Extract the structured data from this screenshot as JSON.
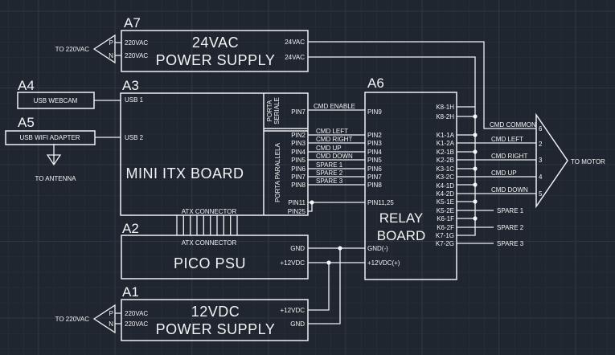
{
  "colors": {
    "background": "#20262f",
    "grid_minor": "#2a313b",
    "grid_major": "#343b48",
    "line": "#eef0f3",
    "text": "#f2f3f5"
  },
  "blocks": {
    "a7": {
      "ref": "A7",
      "title_line1": "24VAC",
      "title_line2": "POWER SUPPLY",
      "inputs": [
        "220VAC",
        "220VAC"
      ],
      "outputs": [
        "24VAC",
        "24VAC"
      ],
      "phase": "P",
      "neutral": "N",
      "external": "TO 220VAC"
    },
    "a4": {
      "ref": "A4",
      "label": "USB WEBCAM"
    },
    "a5": {
      "ref": "A5",
      "label": "USB WIFI ADAPTER",
      "external": "TO ANTENNA"
    },
    "a3": {
      "ref": "A3",
      "title": "MINI ITX BOARD",
      "usb1": "USB 1",
      "usb2": "USB 2",
      "serial_label1": "PORTA",
      "serial_label2": "SERIALE",
      "serial_pin": "PIN7",
      "parallel_label": "PORTA PARALLELA",
      "parallel_pins": [
        "PIN2",
        "PIN3",
        "PIN4",
        "PIN5",
        "PIN6",
        "PIN7",
        "PIN8"
      ],
      "pin11": "PIN11",
      "pin25": "PIN25",
      "atx": "ATX CONNECTOR"
    },
    "a2": {
      "ref": "A2",
      "title": "PICO PSU",
      "atx": "ATX CONNECTOR",
      "gnd": "GND",
      "v12": "+12VDC"
    },
    "a1": {
      "ref": "A1",
      "title_line1": "12VDC",
      "title_line2": "POWER SUPPLY",
      "inputs": [
        "220VAC",
        "220VAC"
      ],
      "phase": "P",
      "neutral": "N",
      "external": "TO 220VAC",
      "v12": "+12VDC",
      "gnd": "GND"
    },
    "a6": {
      "ref": "A6",
      "title_line1": "RELAY",
      "title_line2": "BOARD",
      "pin9": "PIN9",
      "parallel_pins": [
        "PIN2",
        "PIN3",
        "PIN4",
        "PIN5",
        "PIN6",
        "PIN7",
        "PIN8"
      ],
      "pin1125": "PIN11,25",
      "gnd": "GND(-)",
      "v12": "+12VDC(+)",
      "relay_pins": [
        "K8-1H",
        "K8-2H",
        "K1-1A",
        "K1-2A",
        "K2-1B",
        "K2-2B",
        "K3-1C",
        "K3-2C",
        "K4-1D",
        "K4-2D",
        "K5-1E",
        "K5-2E",
        "K6-1F",
        "K6-2F",
        "K7-1G",
        "K7-2G"
      ]
    }
  },
  "wire_labels": {
    "cmd_enable": "CMD ENABLE",
    "parallel": [
      "CMD LEFT",
      "CMD RIGHT",
      "CMD UP",
      "CMD DOWN",
      "SPARE 1",
      "SPARE 2",
      "SPARE 3"
    ],
    "cmd_common": "CMD COMMON",
    "motor": [
      "CMD LEFT",
      "CMD RIGHT",
      "CMD UP",
      "CMD DOWN"
    ],
    "spares": [
      "SPARE 1",
      "SPARE 2",
      "SPARE 3"
    ]
  },
  "motor_connector": {
    "label": "TO MOTOR",
    "pins": [
      "6",
      "2",
      "3",
      "4",
      "5"
    ]
  }
}
